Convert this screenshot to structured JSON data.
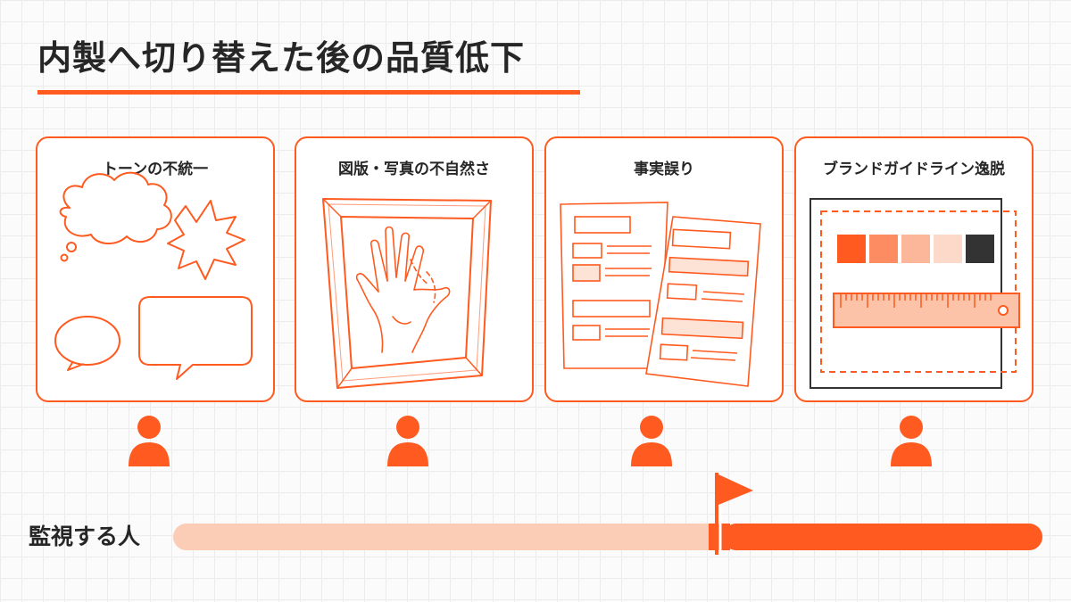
{
  "title": "内製へ切り替えた後の品質低下",
  "cards": [
    {
      "label": "トーンの不統一",
      "icon": "speech-bubbles-icon"
    },
    {
      "label": "図版・写真の不自然さ",
      "icon": "distorted-hand-picture-icon"
    },
    {
      "label": "事実誤り",
      "icon": "documents-icon"
    },
    {
      "label": "ブランドガイドライン逸脱",
      "icon": "brand-guide-ruler-icon"
    }
  ],
  "people_icon": "person-icon",
  "timeline": {
    "label": "監視する人",
    "marker_icon": "flag-icon"
  },
  "colors": {
    "accent": "#ff5a1f",
    "accent_light": "#fbcdb7",
    "swatches": [
      "#ff5a1f",
      "#fd8c63",
      "#fcb699",
      "#fcd9c9",
      "#333333"
    ]
  }
}
